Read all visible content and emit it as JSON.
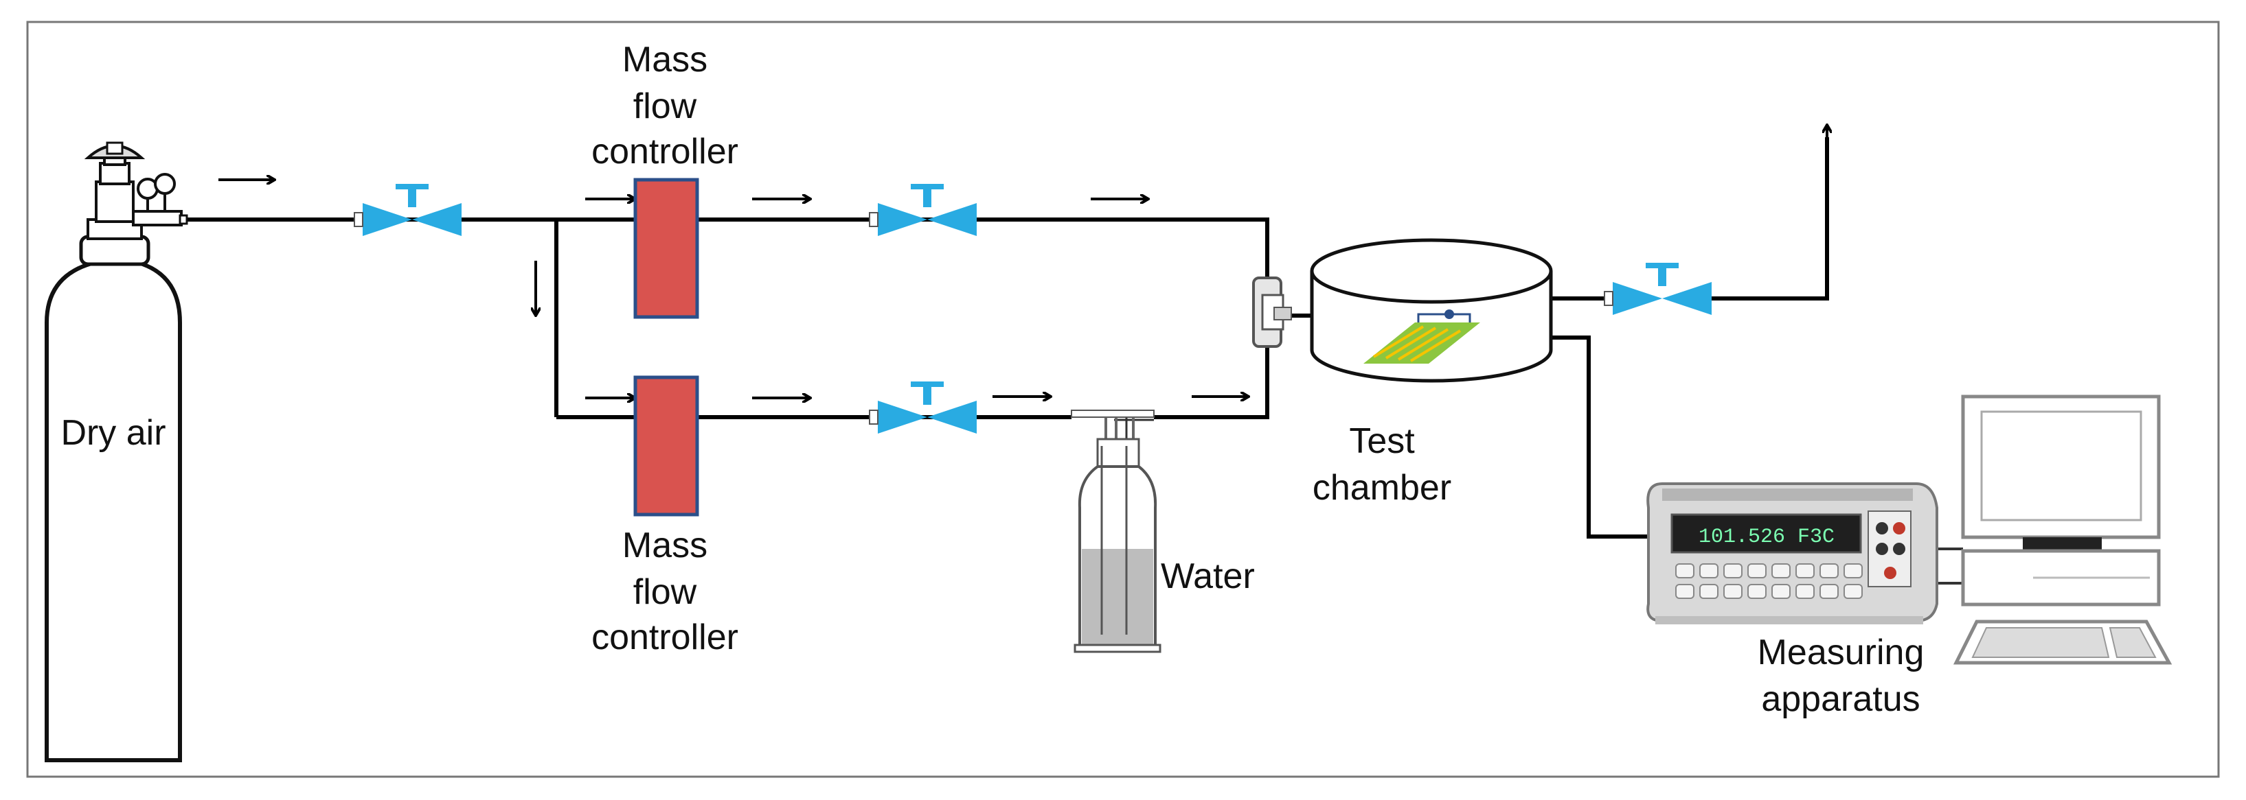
{
  "labels": {
    "dry_air": "Dry air",
    "mfc_top": [
      "Mass",
      "flow",
      "controller"
    ],
    "mfc_bottom": [
      "Mass",
      "flow",
      "controller"
    ],
    "water": "Water",
    "test_chamber": [
      "Test",
      "chamber"
    ],
    "measuring": [
      "Measuring",
      "apparatus"
    ],
    "meter_display": "101.526 F3C"
  },
  "colors": {
    "valve": "#29abe2",
    "mfc": "#d9534f",
    "mfc_border": "#2b4f8a",
    "sensor": "#8cc63f",
    "sensor_lines": "#f5c400",
    "water": "#bdbdbd",
    "pipe": "#000000"
  },
  "icons": {
    "cylinder": "gas-cylinder-icon",
    "valve": "needle-valve-icon",
    "bubbler": "water-bubbler-icon",
    "chamber": "test-chamber-icon",
    "meter": "multimeter-icon",
    "computer": "computer-icon"
  }
}
